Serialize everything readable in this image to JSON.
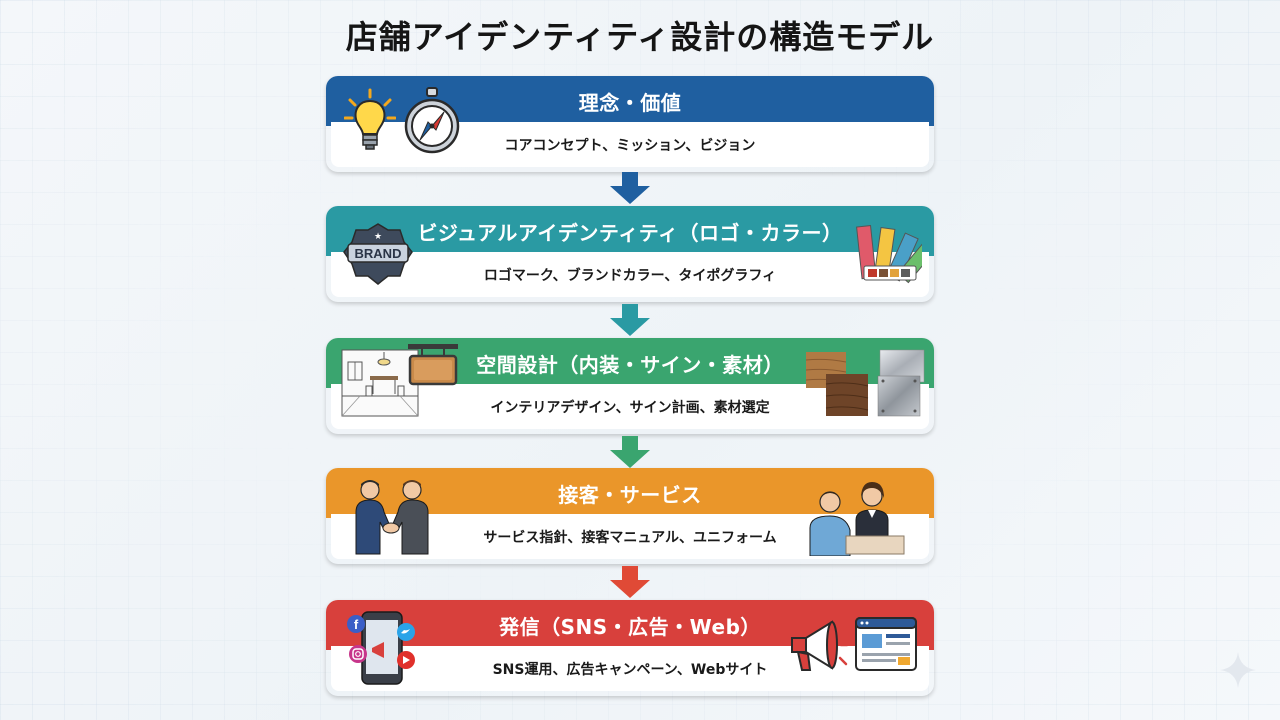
{
  "title": "店舗アイデンティティ設計の構造モデル",
  "stages": [
    {
      "heading": "理念・価値",
      "detail": "コアコンセプト、ミッション、ビジョン",
      "color": "#1f5fa0",
      "icons": [
        "lightbulb-icon",
        "compass-icon"
      ]
    },
    {
      "heading": "ビジュアルアイデンティティ（ロゴ・カラー）",
      "detail": "ロゴマーク、ブランドカラー、タイポグラフィ",
      "color": "#2a9aa3",
      "icons": [
        "brand-badge-icon",
        "color-swatch-icon"
      ],
      "badge_text": "BRAND"
    },
    {
      "heading": "空間設計（内装・サイン・素材）",
      "detail": "インテリアデザイン、サイン計画、素材選定",
      "color": "#3aa56f",
      "icons": [
        "interior-sketch-icon",
        "signboard-icon",
        "wood-material-icon",
        "metal-material-icon"
      ]
    },
    {
      "heading": "接客・サービス",
      "detail": "サービス指針、接客マニュアル、ユニフォーム",
      "color": "#ea962a",
      "icons": [
        "handshake-icon",
        "reception-staff-icon"
      ]
    },
    {
      "heading": "発信（SNS・広告・Web）",
      "detail": "SNS運用、広告キャンペーン、Webサイト",
      "color": "#d8403c",
      "icons": [
        "smartphone-social-icon",
        "megaphone-icon",
        "website-icon"
      ]
    }
  ],
  "arrow_colors": [
    "#1f5fa0",
    "#2a9aa3",
    "#3aa56f",
    "#e04a36"
  ]
}
